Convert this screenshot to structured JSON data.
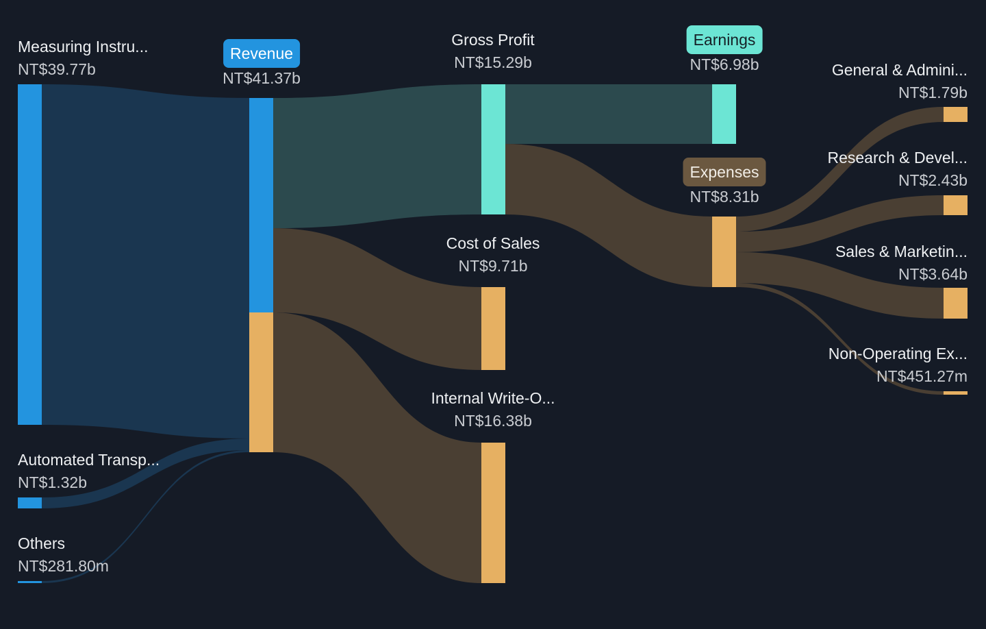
{
  "chart_data": {
    "type": "sankey",
    "currency_prefix": "NT$",
    "nodes": [
      {
        "id": "measuring",
        "label": "Measuring Instru...",
        "value": "NT$39.77b"
      },
      {
        "id": "automated",
        "label": "Automated Transp...",
        "value": "NT$1.32b"
      },
      {
        "id": "others",
        "label": "Others",
        "value": "NT$281.80m"
      },
      {
        "id": "revenue",
        "label": "Revenue",
        "value": "NT$41.37b"
      },
      {
        "id": "gross",
        "label": "Gross Profit",
        "value": "NT$15.29b"
      },
      {
        "id": "cos",
        "label": "Cost of Sales",
        "value": "NT$9.71b"
      },
      {
        "id": "writeoff",
        "label": "Internal Write-O...",
        "value": "NT$16.38b"
      },
      {
        "id": "earnings",
        "label": "Earnings",
        "value": "NT$6.98b"
      },
      {
        "id": "expenses",
        "label": "Expenses",
        "value": "NT$8.31b"
      },
      {
        "id": "ga",
        "label": "General & Admini...",
        "value": "NT$1.79b"
      },
      {
        "id": "rd",
        "label": "Research & Devel...",
        "value": "NT$2.43b"
      },
      {
        "id": "sm",
        "label": "Sales & Marketin...",
        "value": "NT$3.64b"
      },
      {
        "id": "nonop",
        "label": "Non-Operating Ex...",
        "value": "NT$451.27m"
      }
    ],
    "links": [
      {
        "source": "measuring",
        "target": "revenue",
        "value_b": 39.77
      },
      {
        "source": "automated",
        "target": "revenue",
        "value_b": 1.32
      },
      {
        "source": "others",
        "target": "revenue",
        "value_b": 0.2818
      },
      {
        "source": "revenue",
        "target": "gross",
        "value_b": 15.29
      },
      {
        "source": "revenue",
        "target": "cos",
        "value_b": 9.71
      },
      {
        "source": "revenue",
        "target": "writeoff",
        "value_b": 16.38
      },
      {
        "source": "gross",
        "target": "earnings",
        "value_b": 6.98
      },
      {
        "source": "gross",
        "target": "expenses",
        "value_b": 8.31
      },
      {
        "source": "expenses",
        "target": "ga",
        "value_b": 1.79
      },
      {
        "source": "expenses",
        "target": "rd",
        "value_b": 2.43
      },
      {
        "source": "expenses",
        "target": "sm",
        "value_b": 3.64
      },
      {
        "source": "expenses",
        "target": "nonop",
        "value_b": 0.45127
      }
    ],
    "colors": {
      "revenue": "#2394df",
      "profit": "#6ce5d4",
      "cost": "#e6b062",
      "link_revenue": "#1a3650",
      "link_profit": "#2c4a4e",
      "link_cost": "#4a3f33",
      "background": "#151b26"
    }
  }
}
